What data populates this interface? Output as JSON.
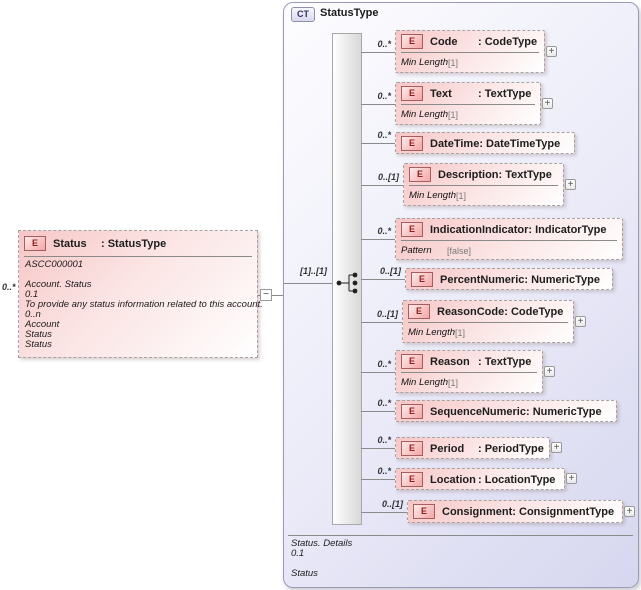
{
  "icons": {
    "expand": "+",
    "collapse": "−"
  },
  "colors": {
    "element_fill": "#f7c6c6",
    "element_badge": "#f4a6a6",
    "panel_fill": "#d6d6ef",
    "ct_badge": "#d9d9ef",
    "border_dashed": "#a3a3a3",
    "line": "#8a8a8a"
  },
  "root_element": {
    "badge": "E",
    "name": "Status",
    "type_label": ": StatusType",
    "cardinality": "0..*",
    "annotations": [
      "ASCC000001",
      "",
      "Account. Status",
      "0.1",
      "To provide any status information related to this account.",
      "0..n",
      "Account",
      "Status",
      "Status"
    ]
  },
  "complex_type": {
    "badge": "CT",
    "title": "StatusType",
    "compositor": "sequence",
    "compositor_cardinality": "[1]..[1]",
    "footer": [
      "Status. Details",
      "0.1",
      "",
      "Status"
    ],
    "elements": [
      {
        "badge": "E",
        "name": "Code",
        "type_label": ": CodeType",
        "cardinality": "0..*",
        "facet_label": "Min Length",
        "facet_value": "[1]",
        "expandable": true
      },
      {
        "badge": "E",
        "name": "Text",
        "type_label": ": TextType",
        "cardinality": "0..*",
        "facet_label": "Min Length",
        "facet_value": "[1]",
        "expandable": true
      },
      {
        "badge": "E",
        "name": "DateTime",
        "type_label": ": DateTimeType",
        "cardinality": "0..*",
        "facet_label": null,
        "facet_value": null,
        "expandable": false
      },
      {
        "badge": "E",
        "name": "Description",
        "type_label": ": TextType",
        "cardinality": "0..[1]",
        "facet_label": "Min Length",
        "facet_value": "[1]",
        "expandable": true
      },
      {
        "badge": "E",
        "name": "IndicationIndicator",
        "type_label": ": IndicatorType",
        "cardinality": "0..*",
        "facet_label": "Pattern",
        "facet_value": "[false]",
        "expandable": false
      },
      {
        "badge": "E",
        "name": "PercentNumeric",
        "type_label": ": NumericType",
        "cardinality": "0..[1]",
        "facet_label": null,
        "facet_value": null,
        "expandable": false
      },
      {
        "badge": "E",
        "name": "ReasonCode",
        "type_label": ": CodeType",
        "cardinality": "0..[1]",
        "facet_label": "Min Length",
        "facet_value": "[1]",
        "expandable": true
      },
      {
        "badge": "E",
        "name": "Reason",
        "type_label": ": TextType",
        "cardinality": "0..*",
        "facet_label": "Min Length",
        "facet_value": "[1]",
        "expandable": true
      },
      {
        "badge": "E",
        "name": "SequenceNumeric",
        "type_label": ": NumericType",
        "cardinality": "0..*",
        "facet_label": null,
        "facet_value": null,
        "expandable": false
      },
      {
        "badge": "E",
        "name": "Period",
        "type_label": ": PeriodType",
        "cardinality": "0..*",
        "facet_label": null,
        "facet_value": null,
        "expandable": true
      },
      {
        "badge": "E",
        "name": "Location",
        "type_label": ": LocationType",
        "cardinality": "0..*",
        "facet_label": null,
        "facet_value": null,
        "expandable": true
      },
      {
        "badge": "E",
        "name": "Consignment",
        "type_label": ": ConsignmentType",
        "cardinality": "0..[1]",
        "facet_label": null,
        "facet_value": null,
        "expandable": true
      }
    ]
  }
}
